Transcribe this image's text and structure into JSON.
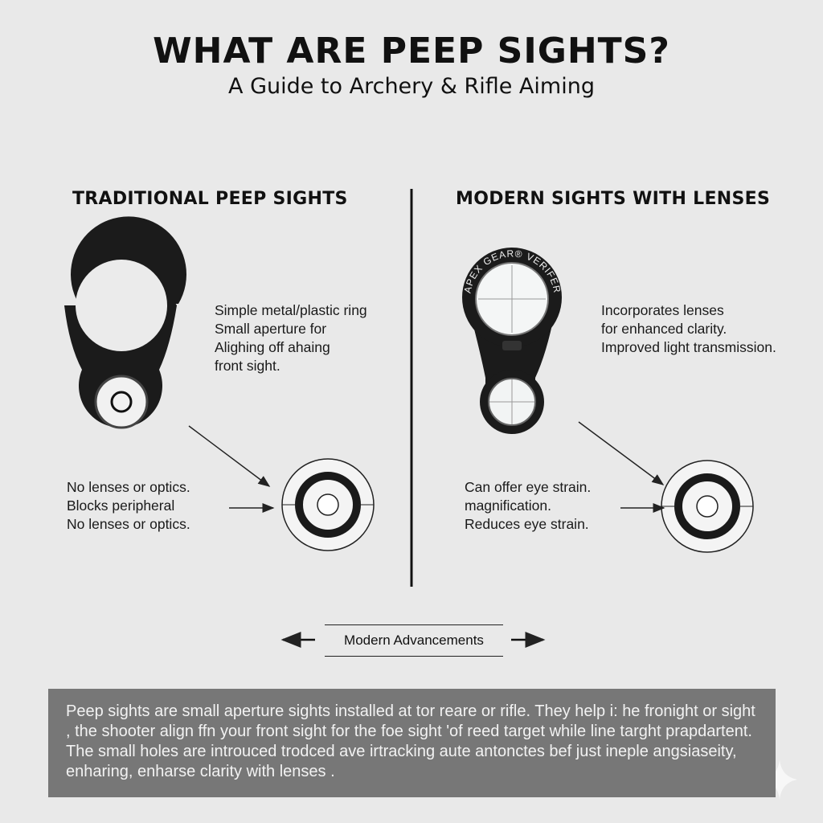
{
  "header": {
    "title": "WHAT ARE PEEP SIGHTS?",
    "subtitle": "A Guide to Archery & Rifle Aiming"
  },
  "left": {
    "heading": "TRADITIONAL PEEP SIGHTS",
    "features": [
      "Simple metal/plastic ring",
      "Small aperture for",
      "Alighing off ahaing",
      "front sight."
    ],
    "drawbacks": [
      "No lenses or optics.",
      "Blocks peripheral",
      "No lenses or optics."
    ]
  },
  "right": {
    "heading": "MODERN SIGHTS WITH LENSES",
    "brand_text": "APEX GEAR® VERIFER",
    "features": [
      "Incorporates lenses",
      "for enhanced clarity.",
      "Improved light transmission."
    ],
    "drawbacks": [
      "Can offer eye strain.",
      "magnification.",
      "Reduces eye strain."
    ]
  },
  "advancements_label": "Modern Advancements",
  "description": "Peep sights are small aperture sights installed at tor reare or rifle. They help i: he fronight or sight , the shooter align ffn your front sight for the foe sight 'of reed target while line targht prapdartent. The small holes are introuced trodced ave irtracking aute antonctes bef just ineple angsiaseity, enharing, enharse clarity with lenses ."
}
